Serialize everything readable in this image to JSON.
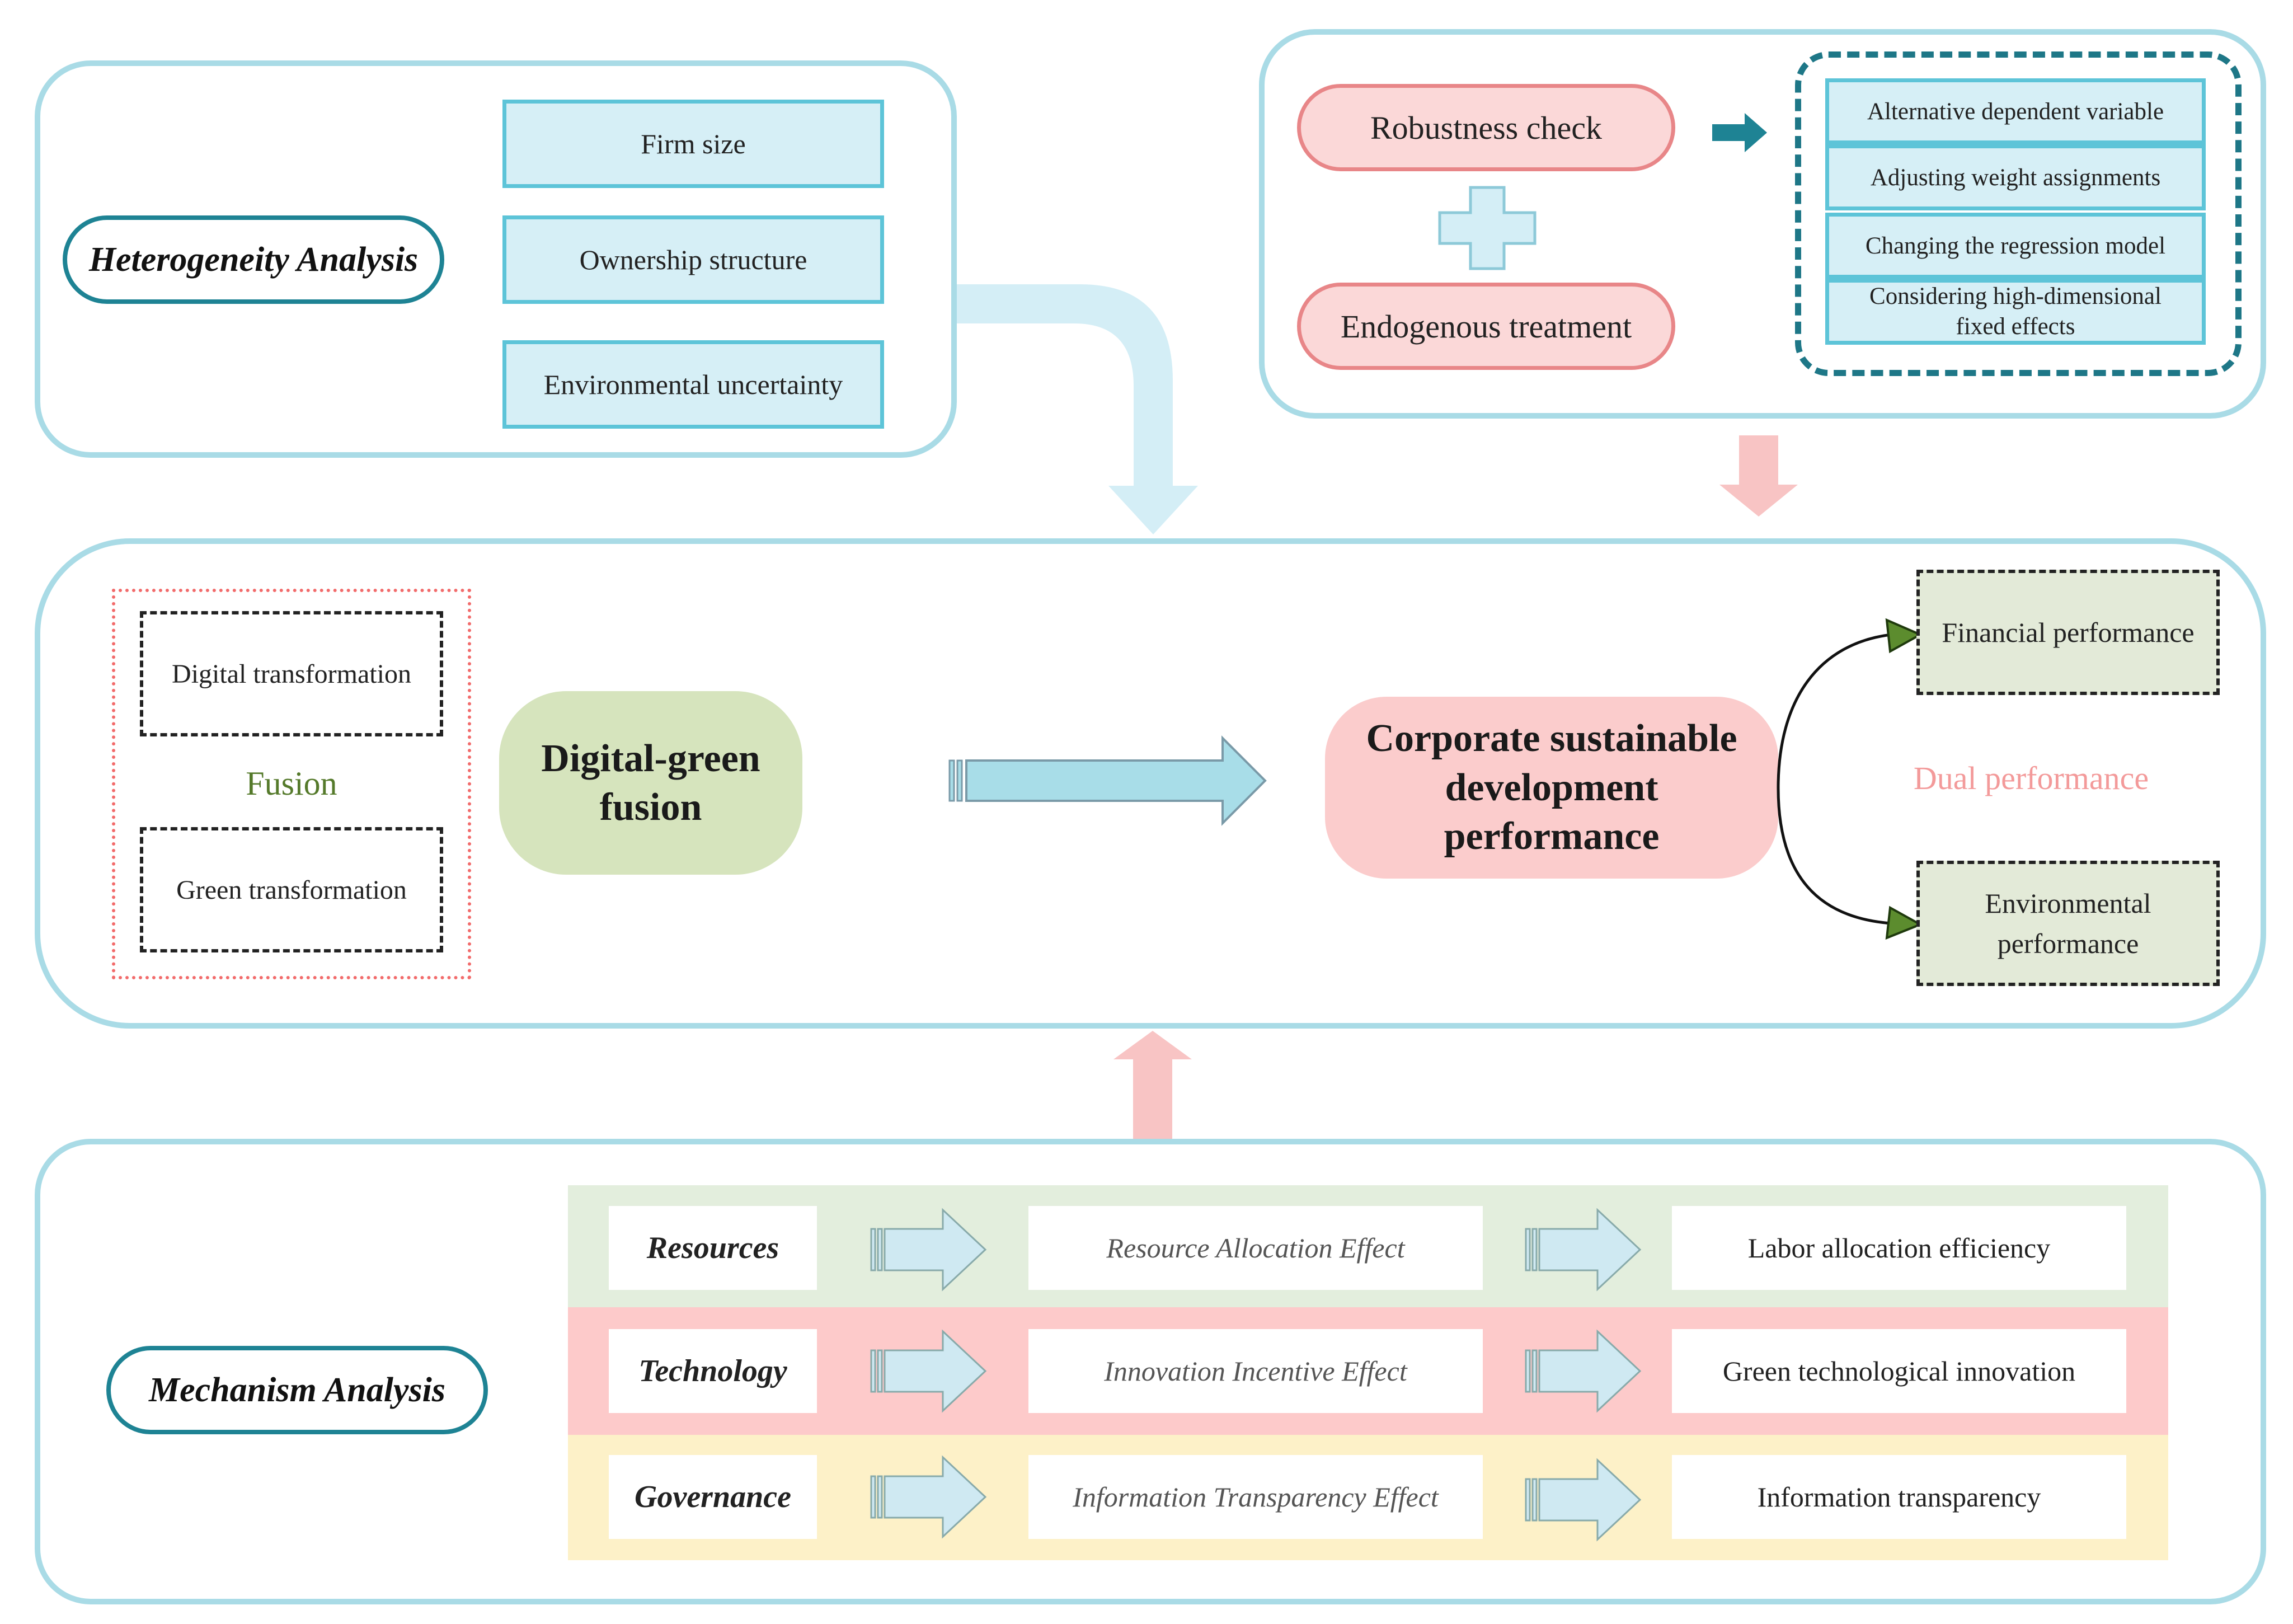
{
  "heterogeneity": {
    "title": "Heterogeneity Analysis",
    "items": [
      "Firm size",
      "Ownership structure",
      "Environmental uncertainty"
    ]
  },
  "robustness": {
    "check": "Robustness check",
    "endogenous": "Endogenous treatment",
    "tests": [
      "Alternative dependent variable",
      "Adjusting weight assignments",
      "Changing the regression model",
      "Considering high-dimensional fixed effects"
    ]
  },
  "core": {
    "digital": "Digital transformation",
    "fusion_label": "Fusion",
    "green": "Green transformation",
    "fusion_box": "Digital-green fusion",
    "outcome": "Corporate sustainable development performance",
    "financial": "Financial performance",
    "environmental": "Environmental performance",
    "dual": "Dual performance"
  },
  "mechanism": {
    "title": "Mechanism Analysis",
    "rows": [
      {
        "category": "Resources",
        "effect": "Resource Allocation Effect",
        "outcome": "Labor allocation efficiency",
        "band_color": "#e3eedd"
      },
      {
        "category": "Technology",
        "effect": "Innovation Incentive Effect",
        "outcome": "Green technological innovation",
        "band_color": "#fdcaca"
      },
      {
        "category": "Governance",
        "effect": "Information Transparency Effect",
        "outcome": "Information transparency",
        "band_color": "#fdf1c8"
      }
    ]
  },
  "colors": {
    "panel_border": "#a9dbe6",
    "teal": "#1e8394",
    "pink_arrow": "#f8c4c4",
    "light_cyan_arrow": "#d4eef6",
    "fusion_green": "#d6e4bd",
    "outcome_pink": "#fbcccc",
    "dual_pink": "#f39a9a",
    "fusion_text": "#557a2b"
  }
}
